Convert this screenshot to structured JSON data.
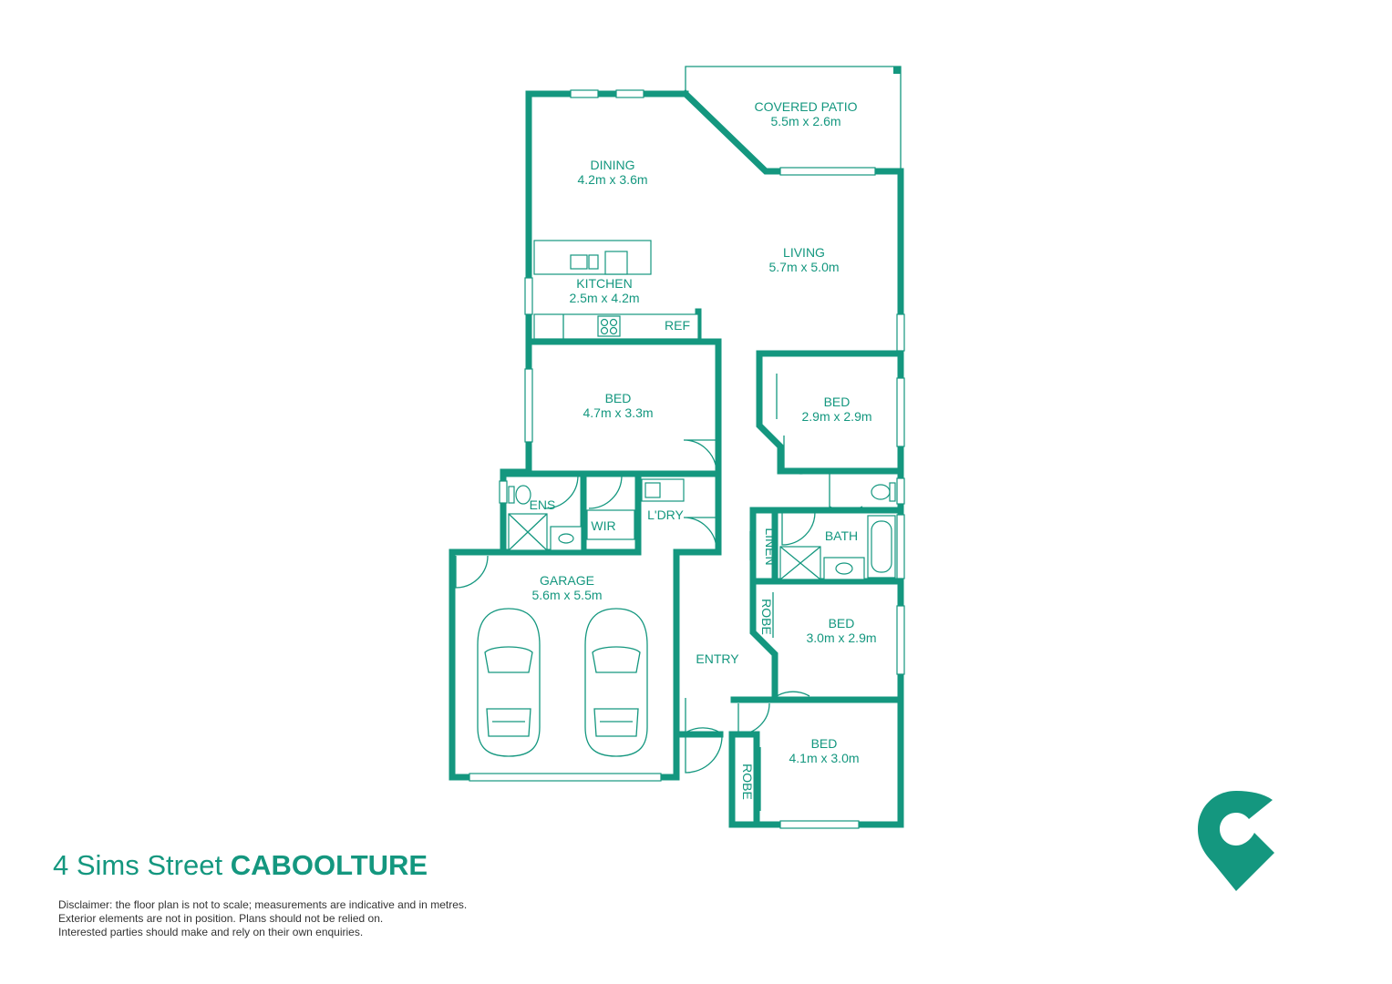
{
  "colors": {
    "accent": "#14977f",
    "text": "#333333"
  },
  "rooms": {
    "covered_patio": {
      "name": "COVERED PATIO",
      "size": "5.5m x 2.6m"
    },
    "dining": {
      "name": "DINING",
      "size": "4.2m x 3.6m"
    },
    "living": {
      "name": "LIVING",
      "size": "5.7m x 5.0m"
    },
    "kitchen": {
      "name": "KITCHEN",
      "size": "2.5m x 4.2m"
    },
    "ref": {
      "name": "REF"
    },
    "bed_main": {
      "name": "BED",
      "size": "4.7m x 3.3m"
    },
    "bed_2": {
      "name": "BED",
      "size": "2.9m x 2.9m"
    },
    "ens": {
      "name": "ENS"
    },
    "wir": {
      "name": "WIR"
    },
    "laundry": {
      "name": "L'DRY"
    },
    "bath": {
      "name": "BATH"
    },
    "linen": {
      "name": "LINEN"
    },
    "garage": {
      "name": "GARAGE",
      "size": "5.6m x 5.5m"
    },
    "robe_1": {
      "name": "ROBE"
    },
    "bed_3": {
      "name": "BED",
      "size": "3.0m x 2.9m"
    },
    "entry": {
      "name": "ENTRY"
    },
    "bed_4": {
      "name": "BED",
      "size": "4.1m x 3.0m"
    },
    "robe_2": {
      "name": "ROBE"
    }
  },
  "address": {
    "street": "4 Sims Street",
    "suburb": "CABOOLTURE"
  },
  "disclaimer": {
    "line1": "Disclaimer: the floor plan is not to scale; measurements are indicative and in metres.",
    "line2": "Exterior elements are not in position. Plans should not be relied on.",
    "line3": "Interested parties should make and rely on their own enquiries."
  },
  "logo": {
    "icon": "map-pin-c-logo-icon"
  }
}
